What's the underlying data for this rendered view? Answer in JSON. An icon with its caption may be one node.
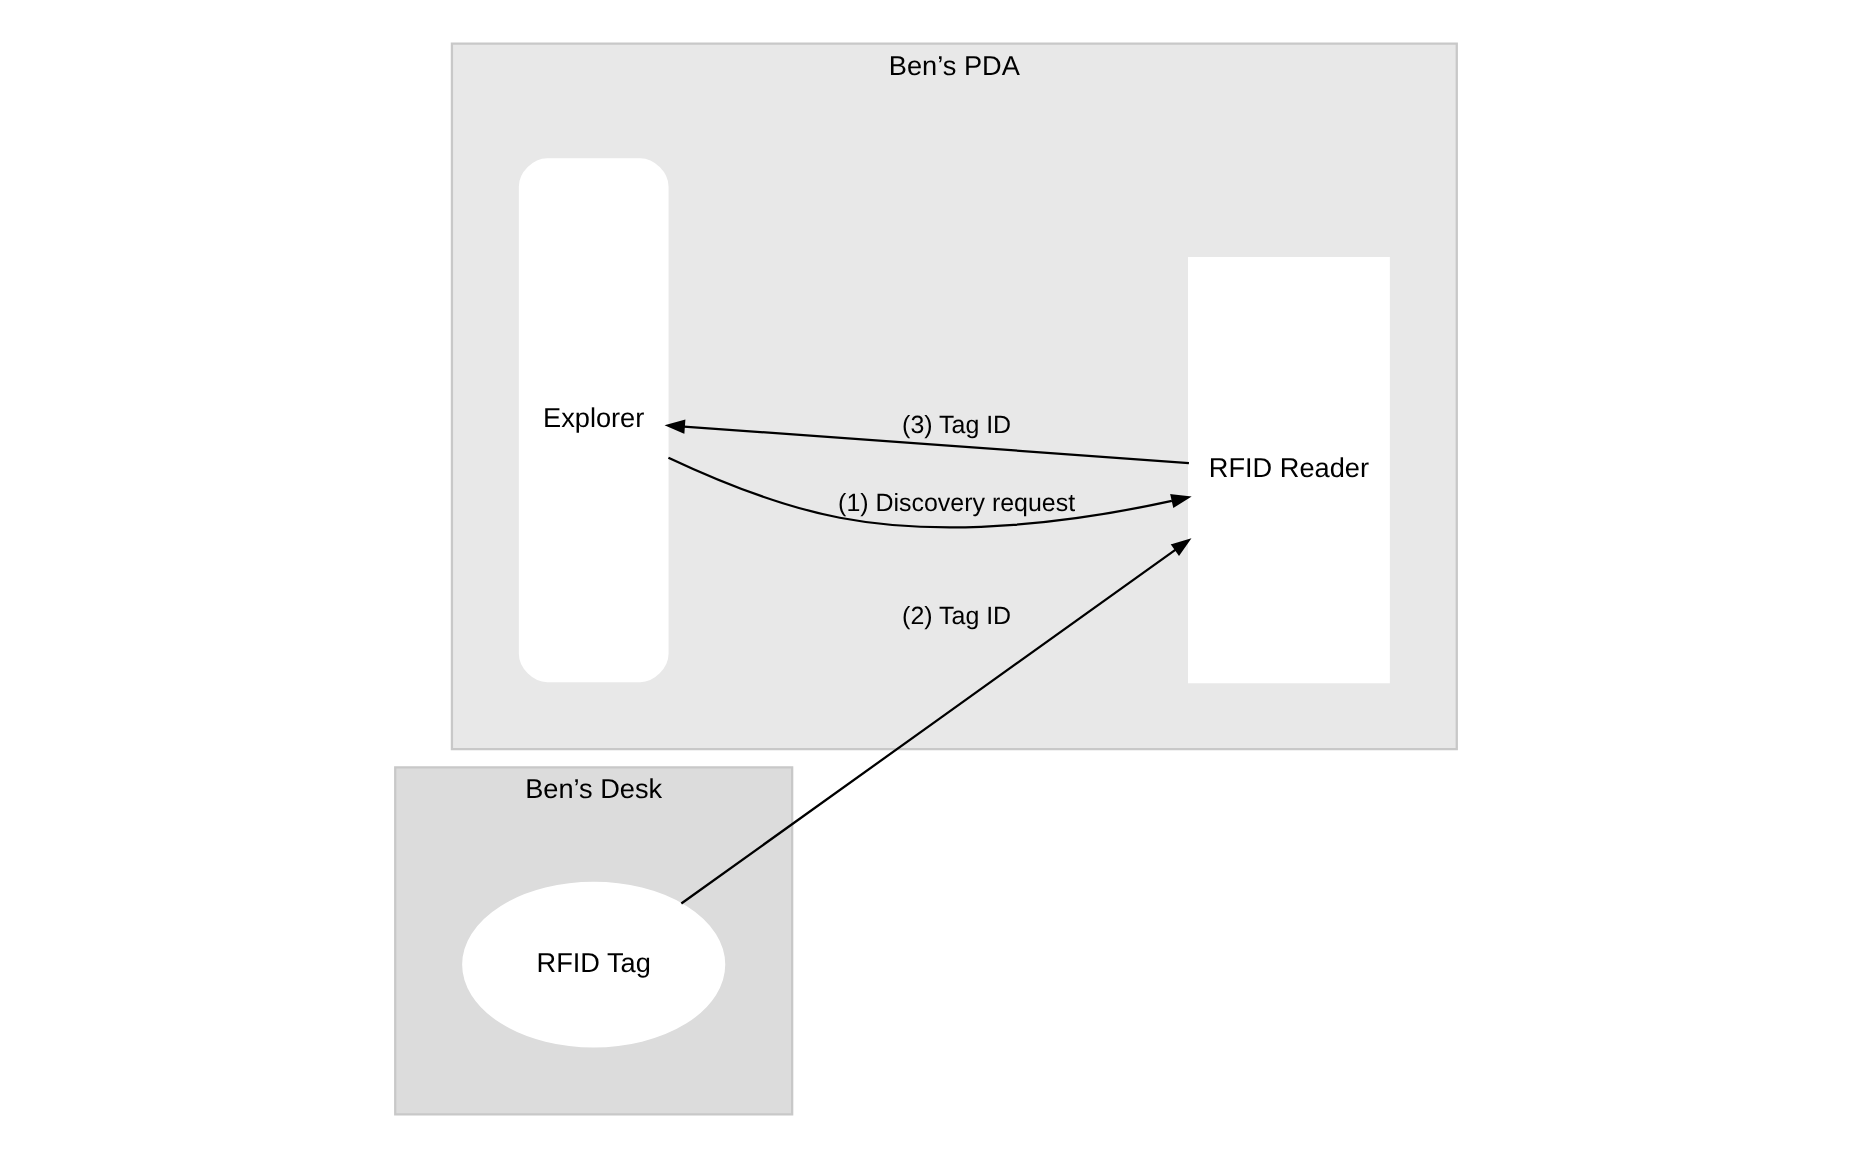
{
  "diagram": {
    "nodes": [
      {
        "text": [
          "Ben’s PDA"
        ]
      },
      {
        "text": [
          "Explorer"
        ],
        "in": 0
      },
      {
        "text": [
          "RFID Reader"
        ],
        "in": 0
      },
      {
        "text": [
          "Ben’s Desk"
        ]
      },
      {
        "text": [
          "RFID Tag"
        ],
        "in": 3
      }
    ],
    "edges": [
      {
        "from": 1,
        "to": 2,
        "arrow": "to",
        "label": "(1) Discovery request"
      },
      {
        "from": 4,
        "to": 2,
        "arrow": "to",
        "label": "(2) Tag ID"
      },
      {
        "from": 2,
        "to": 1,
        "arrow": "to",
        "label": "(3) Tag ID"
      }
    ]
  }
}
